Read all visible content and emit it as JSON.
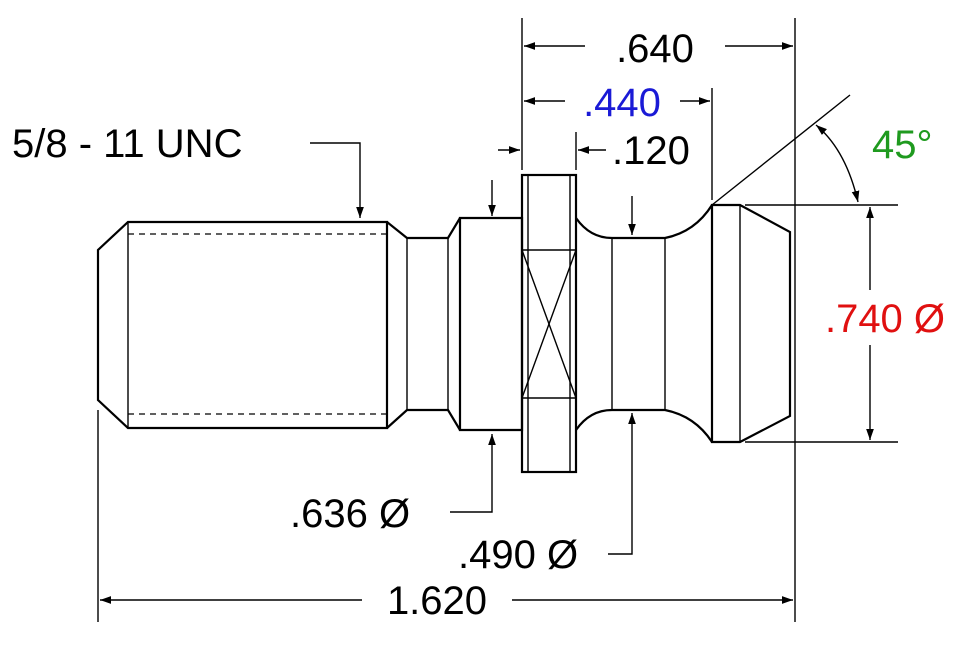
{
  "diagram": {
    "callouts": {
      "thread": "5/8 - 11 UNC",
      "overall_length": "1.620",
      "top_length": ".640",
      "flange_span": ".440",
      "flange_thickness": ".120",
      "neck_diameter": ".636 Ø",
      "groove_diameter": ".490 Ø",
      "head_diameter": ".740 Ø",
      "chamfer_angle": "45°"
    },
    "colors": {
      "line": "#000000",
      "flange_span": "#1a1ad6",
      "head_diameter": "#e01010",
      "chamfer_angle": "#1f9a1f"
    }
  }
}
